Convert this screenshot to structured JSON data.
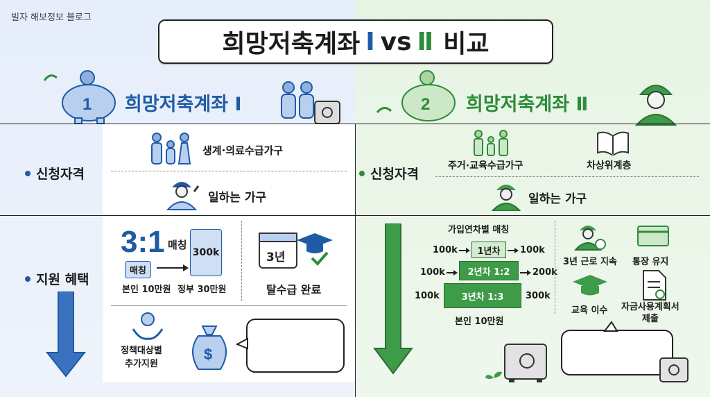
{
  "blog_name": "빌자 해보정보 블로그",
  "title": {
    "main": "희망저축계좌",
    "roman1": "Ⅰ",
    "vs": "vs",
    "roman2": "Ⅱ",
    "suffix": "비교"
  },
  "left": {
    "badge": "1",
    "header": "희망저축계좌 Ⅰ",
    "eligibility_label": "신청자격",
    "eligibility_items": [
      "생계·의료수급가구",
      "일하는 가구"
    ],
    "benefit_label": "지원 혜택",
    "ratio": "3:1",
    "ratio_suffix": "매칭",
    "match_pill": "매칭",
    "gov_block": "300k",
    "self_amount": "본인 10만원",
    "gov_amount": "정부 30만원",
    "calendar_text": "3년",
    "complete_label": "탈수급 완료",
    "extra_support": "정책대상별\n추가지원",
    "dollar": "$"
  },
  "right": {
    "badge": "2",
    "header": "희망저축계좌 Ⅱ",
    "eligibility_label": "신청자격",
    "eligibility_items": [
      "주거·교육수급가구",
      "차상위계층",
      "일하는 가구"
    ],
    "pyramid_title": "가입연차별 매칭",
    "pyramid": [
      {
        "step": "1년차",
        "left": "100k",
        "right": "100k"
      },
      {
        "step": "2년차 1:2",
        "left": "100k",
        "right": "200k"
      },
      {
        "step": "3년차 1:3",
        "left": "100k",
        "right": "300k"
      }
    ],
    "self_amount": "본인 10만원",
    "conditions": [
      "3년 근로 지속",
      "통장 유지",
      "교육 이수",
      "자금사용계획서\n제출"
    ]
  },
  "colors": {
    "blue": "#1f5ba5",
    "green": "#2e8b3a"
  }
}
